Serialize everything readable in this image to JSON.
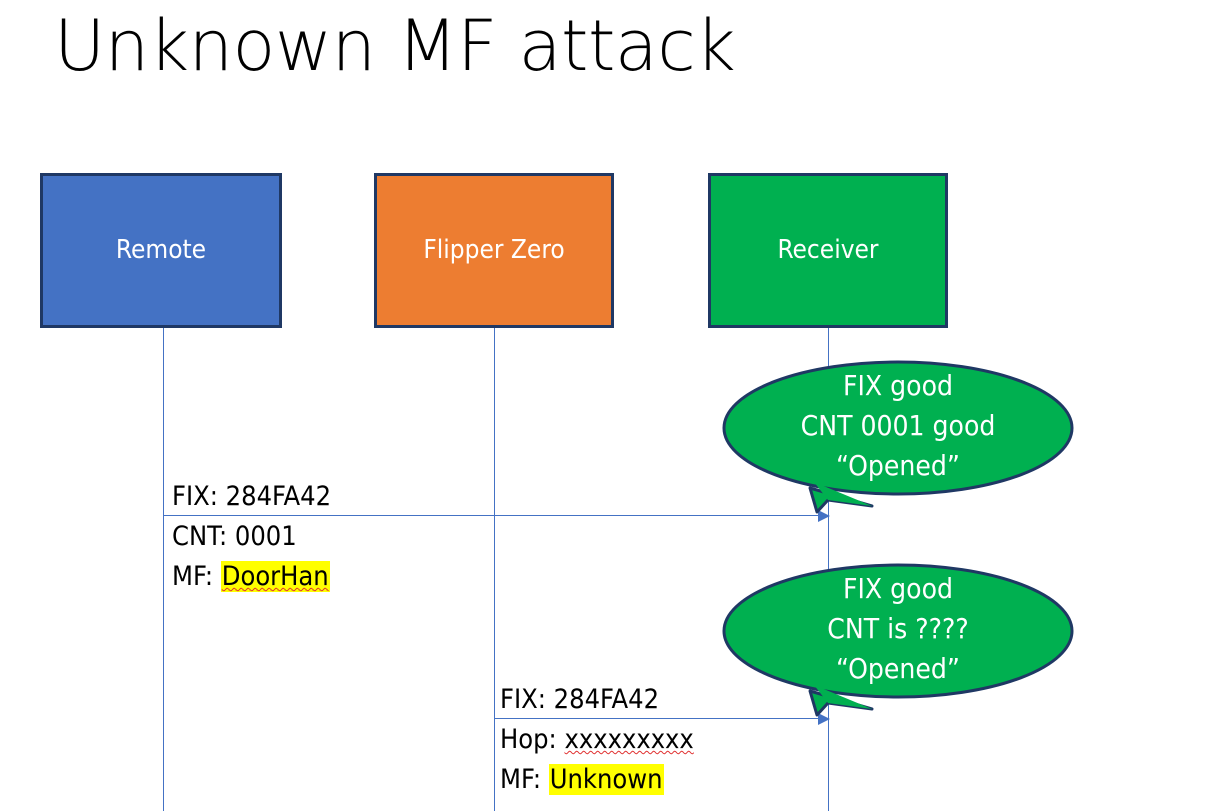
{
  "slide": {
    "title": "Unknown MF attack",
    "background": "#FFFFFF"
  },
  "colors": {
    "remote_fill": "#4472C4",
    "flipper_fill": "#ED7D31",
    "receiver_fill": "#00B050",
    "box_border": "#1F3864",
    "lifeline": "#4472C4",
    "arrow": "#4472C4",
    "bubble_fill": "#00B050",
    "bubble_border": "#1F3864",
    "highlight": "#FFFF00",
    "spellcheck_underline": "#E03030",
    "text_on_fill": "#FFFFFF",
    "text_body": "#000000"
  },
  "actors": [
    {
      "id": "remote",
      "label": "Remote"
    },
    {
      "id": "flipper",
      "label": "Flipper Zero"
    },
    {
      "id": "receiver",
      "label": "Receiver"
    }
  ],
  "messages": [
    {
      "id": "msg-1",
      "from": "remote",
      "to": "receiver",
      "lines": [
        {
          "label": "FIX: 284FA42",
          "highlight": false,
          "spellcheck": false
        },
        {
          "label": "CNT: 0001",
          "highlight": false,
          "spellcheck": false
        },
        {
          "prefix": "MF: ",
          "value": "DoorHan",
          "highlight": true,
          "spellcheck": true
        }
      ]
    },
    {
      "id": "msg-2",
      "from": "flipper",
      "to": "receiver",
      "lines": [
        {
          "label": "FIX: 284FA42",
          "highlight": false,
          "spellcheck": false
        },
        {
          "prefix": "Hop: ",
          "value": "xxxxxxxxx",
          "highlight": false,
          "spellcheck": true
        },
        {
          "prefix": "MF: ",
          "value": "Unknown",
          "highlight": true,
          "spellcheck": false
        }
      ]
    }
  ],
  "bubbles": [
    {
      "id": "bubble-1",
      "line1": "FIX good",
      "line2": "CNT 0001 good",
      "line3": "“Opened”"
    },
    {
      "id": "bubble-2",
      "line1": "FIX good",
      "line2": "CNT is ????",
      "line3": "“Opened”"
    }
  ],
  "message_text": {
    "m1_l1": "FIX: 284FA42",
    "m1_l2": "CNT: 0001",
    "m1_l3_prefix": "MF: ",
    "m1_l3_value": "DoorHan",
    "m2_l1": "FIX: 284FA42",
    "m2_l2_prefix": "Hop: ",
    "m2_l2_value": "xxxxxxxxx",
    "m2_l3_prefix": "MF: ",
    "m2_l3_value": "Unknown"
  }
}
